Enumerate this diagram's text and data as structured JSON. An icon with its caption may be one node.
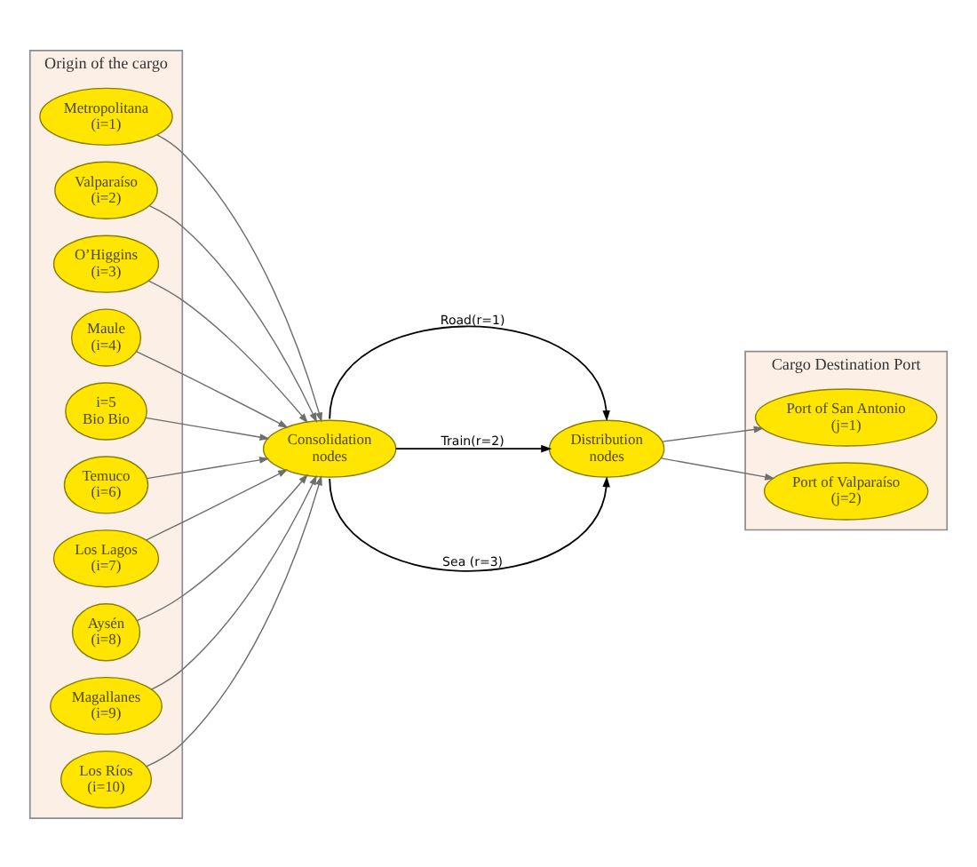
{
  "diagram": {
    "nodes": [
      {
        "text": [
          "Origin of the cargo"
        ]
      },
      {
        "text": [
          "Metropolitana",
          "(i=1)"
        ],
        "in": 0
      },
      {
        "text": [
          "Valparaíso",
          "(i=2)"
        ],
        "in": 0
      },
      {
        "text": [
          "O’Higgins",
          "(i=3)"
        ],
        "in": 0
      },
      {
        "text": [
          "Maule",
          "(i=4)"
        ],
        "in": 0
      },
      {
        "text": [
          "i=5",
          "Bio Bio"
        ],
        "in": 0
      },
      {
        "text": [
          "Temuco",
          "(i=6)"
        ],
        "in": 0
      },
      {
        "text": [
          "Los Lagos",
          "(i=7)"
        ],
        "in": 0
      },
      {
        "text": [
          "Aysén",
          "(i=8)"
        ],
        "in": 0
      },
      {
        "text": [
          "Magallanes",
          "(i=9)"
        ],
        "in": 0
      },
      {
        "text": [
          "Los Ríos",
          "(i=10)"
        ],
        "in": 0
      },
      {
        "text": [
          "Consolidation nodes"
        ]
      },
      {
        "text": [
          "Distribution nodes"
        ]
      },
      {
        "text": [
          "Cargo Destination Port"
        ]
      },
      {
        "text": [
          "Port of San Antonio",
          "(j=1)"
        ],
        "in": 13
      },
      {
        "text": [
          "Port of Valparaíso",
          "(j=2)"
        ],
        "in": 13
      }
    ],
    "edges": [
      {
        "from": 1,
        "to": 11,
        "arrow": "to"
      },
      {
        "from": 2,
        "to": 11,
        "arrow": "to"
      },
      {
        "from": 3,
        "to": 11,
        "arrow": "to"
      },
      {
        "from": 4,
        "to": 11,
        "arrow": "to"
      },
      {
        "from": 5,
        "to": 11,
        "arrow": "to"
      },
      {
        "from": 6,
        "to": 11,
        "arrow": "to"
      },
      {
        "from": 7,
        "to": 11,
        "arrow": "to"
      },
      {
        "from": 8,
        "to": 11,
        "arrow": "to"
      },
      {
        "from": 9,
        "to": 11,
        "arrow": "to"
      },
      {
        "from": 10,
        "to": 11,
        "arrow": "to"
      },
      {
        "from": 11,
        "to": 12,
        "arrow": "to",
        "label": "Road(r=1)",
        "color": "#000000"
      },
      {
        "from": 11,
        "to": 12,
        "arrow": "to",
        "label": "Train(r=2)",
        "color": "#000000"
      },
      {
        "from": 11,
        "to": 12,
        "arrow": "to",
        "label": "Sea (r=3)",
        "color": "#000000"
      },
      {
        "from": 12,
        "to": 14,
        "arrow": "to"
      },
      {
        "from": 12,
        "to": 15,
        "arrow": "to"
      }
    ]
  }
}
